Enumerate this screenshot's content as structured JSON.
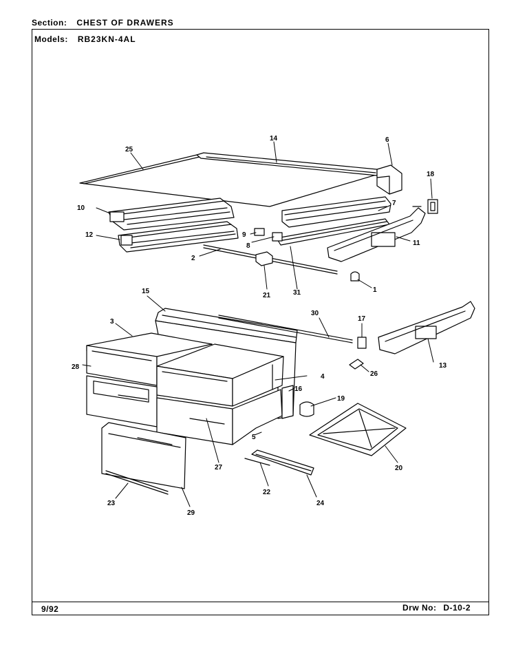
{
  "header": {
    "section_label": "Section:",
    "section_value": "CHEST OF DRAWERS",
    "models_label": "Models:",
    "models_value": "RB23KN-4AL"
  },
  "footer": {
    "date": "9/92",
    "drawing_label": "Drw No:",
    "drawing_value": "D-10-2"
  },
  "callouts": {
    "c1": "1",
    "c2": "2",
    "c3": "3",
    "c4": "4",
    "c5": "5",
    "c6": "6",
    "c7": "7",
    "c8": "8",
    "c9": "9",
    "c10": "10",
    "c11": "11",
    "c12": "12",
    "c13": "13",
    "c14": "14",
    "c15": "15",
    "c16": "16",
    "c17": "17",
    "c18": "18",
    "c19": "19",
    "c20": "20",
    "c21": "21",
    "c22": "22",
    "c23": "23",
    "c24": "24",
    "c25": "25",
    "c26": "26",
    "c27": "27",
    "c28": "28",
    "c29": "29",
    "c30": "30",
    "c31": "31"
  }
}
